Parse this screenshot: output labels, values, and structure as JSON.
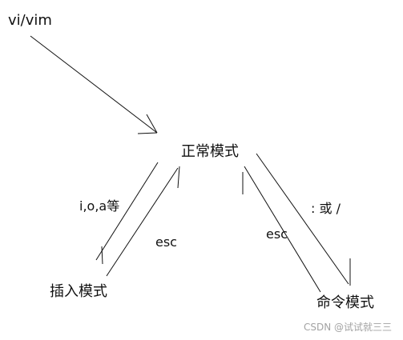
{
  "nodes": {
    "start": "vi/vim",
    "normal": "正常模式",
    "insert": "插入模式",
    "command": "命令模式"
  },
  "edges": {
    "to_insert": "i,o,a等",
    "insert_to_normal": "esc",
    "command_to_normal": "esc",
    "to_command": ": 或  /"
  },
  "watermark": "CSDN @试试就三三",
  "colors": {
    "line": "#111111",
    "watermark": "#a3a3a3"
  }
}
